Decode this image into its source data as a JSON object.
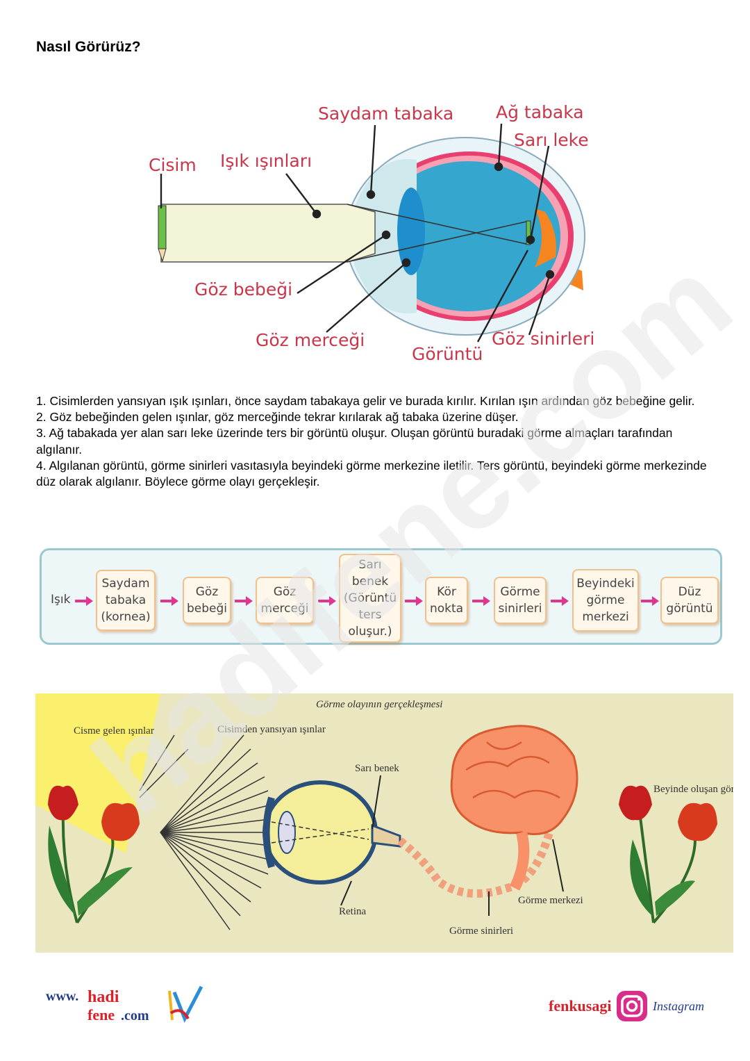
{
  "page": {
    "title": "Nasıl Görürüz?"
  },
  "eye_diagram": {
    "labels": {
      "saydam_tabaka": "Saydam tabaka",
      "ag_tabaka": "Ağ tabaka",
      "sari_leke": "Sarı leke",
      "cisim": "Cisim",
      "isik_isinlari": "Işık ışınları",
      "goz_bebegi": "Göz bebeği",
      "goz_mercegi": "Göz merceği",
      "goruntu": "Görüntü",
      "goz_sinirleri": "Göz sinirleri"
    }
  },
  "steps": [
    "1. Cisimlerden yansıyan ışık ışınları, önce saydam tabakaya gelir ve burada kırılır. Kırılan ışın ardından göz bebeğine gelir.",
    "2. Göz bebeğinden gelen ışınlar, göz merceğinde tekrar kırılarak ağ tabaka üzerine düşer.",
    "3. Ağ tabakada yer alan sarı leke üzerinde ters bir görüntü oluşur. Oluşan görüntü buradaki görme almaçları tarafından algılanır.",
    "4. Algılanan görüntü, görme sinirleri vasıtasıyla beyindeki görme merkezine iletilir. Ters görüntü, beyindeki görme merkezinde düz olarak algılanır. Böylece görme olayı gerçekleşir."
  ],
  "flow": {
    "start": "Işık",
    "boxes": [
      "Saydam tabaka (kornea)",
      "Göz bebeği",
      "Göz merceği",
      "Sarı benek (Görüntü ters oluşur.)",
      "Kör nokta",
      "Görme sinirleri",
      "Beyindeki görme merkezi",
      "Düz görüntü"
    ],
    "arrow_color": "#e0368f"
  },
  "scene": {
    "title": "Görme olayının gerçekleşmesi",
    "labels": {
      "cisme_gelen": "Cisme gelen ışınlar",
      "cisimden_yansiyan": "Cisimden yansıyan ışınlar",
      "sari_benek": "Sarı benek",
      "retina": "Retina",
      "gorme_sinirleri": "Görme sinirleri",
      "gorme_merkezi": "Görme merkezi",
      "beyinde_olusan": "Beyinde oluşan görüntü"
    }
  },
  "watermark": "hadifene.com",
  "footer": {
    "left_www": "www.",
    "left_hadi": "hadi",
    "left_fene": "fene",
    "left_com": ".com",
    "right_brand": "fenkusagi",
    "right_instagram": "Instagram"
  }
}
